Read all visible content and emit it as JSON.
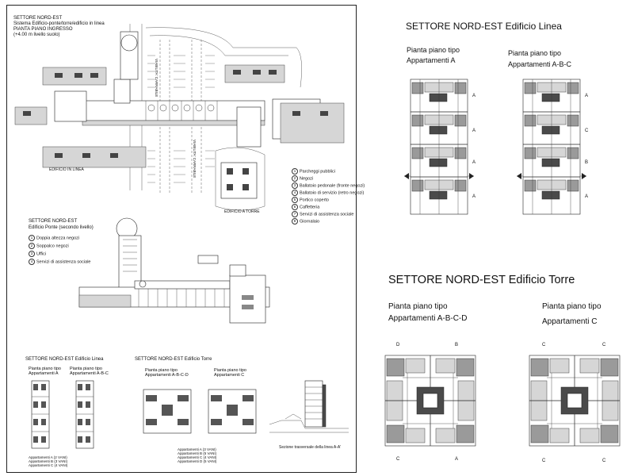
{
  "left_sheet": {
    "main_title": "SETTORE NORD-EST",
    "main_subtitle": "Sistema Edificio-ponte/torre/edificio in linea",
    "main_plan_name": "PIANTA PIANO INGRESSO",
    "main_level": "(+4.00 m livello suolo)",
    "road_label_1": "VIABILITA' CARRABILE",
    "road_label_2": "VIABILITA' CARRABILE",
    "label_edificio_in_linea": "EDIFICIO IN LINEA",
    "label_edificio_a_torre": "EDIFICIO A TORRE",
    "legend_1": [
      {
        "n": "1",
        "text": "Parcheggi pubblici"
      },
      {
        "n": "2",
        "text": "Negozi"
      },
      {
        "n": "3",
        "text": "Ballatoio pedonale (fronte negozi)"
      },
      {
        "n": "4",
        "text": "Ballatoio di servizio (retro negozi)"
      },
      {
        "n": "5",
        "text": "Portico coperto"
      },
      {
        "n": "6",
        "text": "Caffetteria"
      },
      {
        "n": "7",
        "text": "Servizi di assistenza sociale"
      },
      {
        "n": "8",
        "text": "Giornalaio"
      }
    ],
    "ponte_title": "SETTORE NORD-EST",
    "ponte_subtitle": "Edificio Ponte (secondo livello)",
    "legend_2": [
      {
        "n": "1",
        "text": "Doppia altezza negozi"
      },
      {
        "n": "2",
        "text": "Soppalco negozi"
      },
      {
        "n": "3",
        "text": "Uffici"
      },
      {
        "n": "4",
        "text": "Servizi di assistenza sociale"
      }
    ],
    "linea_small_title": "SETTORE NORD-EST   Edificio Linea",
    "linea_small_plan_a": [
      "Pianta piano tipo",
      "Appartamenti A"
    ],
    "linea_small_plan_abc": [
      "Pianta piano tipo",
      "Appartamenti A-B-C"
    ],
    "linea_small_note": [
      "Appartamenti A (2 VANI)",
      "Appartamenti B (3 VANI)",
      "Appartamenti C (4 VANI)"
    ],
    "torre_small_title": "SETTORE NORD-EST   Edificio Torre",
    "torre_small_plan_abcd": [
      "Pianta piano tipo",
      "Appartamenti A-B-C-D"
    ],
    "torre_small_plan_c": [
      "Pianta piano tipo",
      "Appartamenti C"
    ],
    "torre_small_note": [
      "Appartamenti A (3 VANI)",
      "Appartamenti B (5 VANI)",
      "Appartamenti C (4 VANI)",
      "Appartamenti D (5 VANI)"
    ],
    "section_caption": "Sezione trasversale della linea  A-A'"
  },
  "right_panel": {
    "linea_title": "SETTORE NORD-EST   Edificio Linea",
    "linea_plan_a": [
      "Pianta piano tipo",
      "Appartamenti A"
    ],
    "linea_plan_abc": [
      "Pianta piano tipo",
      "Appartamenti A-B-C"
    ],
    "linea_a_markers": [
      "A",
      "A",
      "A",
      "A"
    ],
    "linea_abc_markers": [
      "A",
      "C",
      "B",
      "A"
    ],
    "torre_title": "SETTORE NORD-EST   Edificio Torre",
    "torre_plan_abcd": [
      "Pianta piano tipo",
      "Appartamenti A-B-C-D"
    ],
    "torre_plan_c": [
      "Pianta piano tipo",
      "Appartamenti C"
    ],
    "torre_abcd_markers": {
      "top_left": "D",
      "top_right": "B",
      "bottom_left": "C",
      "bottom_right": "A"
    },
    "torre_c_markers": {
      "top_left": "C",
      "top_right": "C",
      "bottom_left": "C",
      "bottom_right": "C"
    }
  }
}
